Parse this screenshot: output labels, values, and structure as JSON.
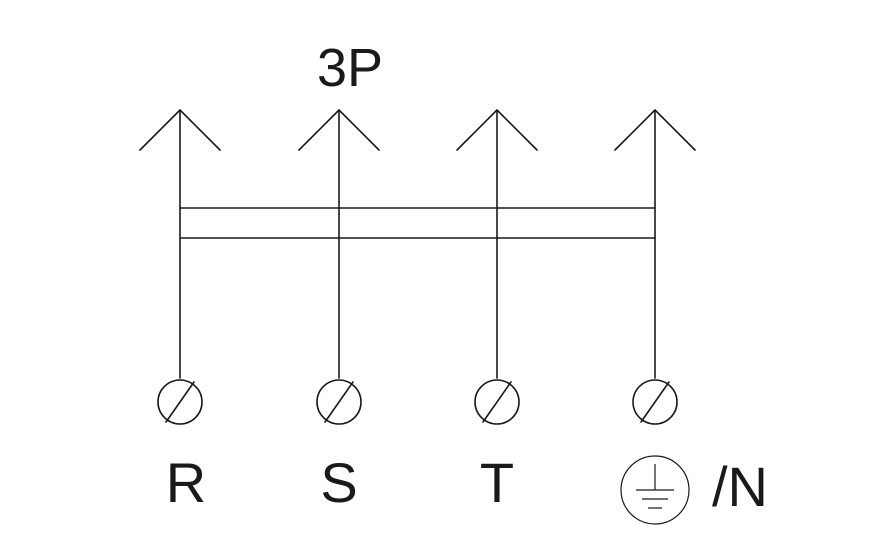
{
  "diagram": {
    "title": "3P",
    "terminals": [
      {
        "label": "R",
        "symbol": "terminal-circle-icon"
      },
      {
        "label": "S",
        "symbol": "terminal-circle-icon"
      },
      {
        "label": "T",
        "symbol": "terminal-circle-icon"
      },
      {
        "label": "/N",
        "symbol": "terminal-circle-icon",
        "extra_symbol": "ground-icon"
      }
    ],
    "line_color": "#1a1a1a",
    "background_color": "#ffffff"
  }
}
